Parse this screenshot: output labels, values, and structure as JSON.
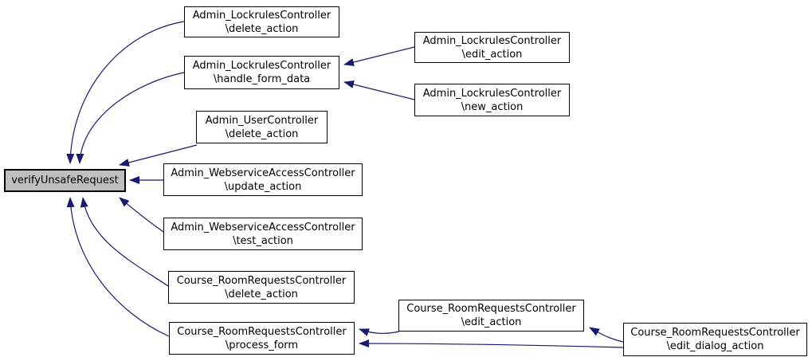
{
  "diagram": {
    "type": "call-graph",
    "colors": {
      "background": "#ffffff",
      "edge": "#191970",
      "node_border": "#000000",
      "node_fill": "#ffffff",
      "focus_node_fill": "#bfbfbf",
      "text": "#000000"
    },
    "nodes": {
      "main": {
        "label": "verifyUnsafeRequest"
      },
      "n1": {
        "line1": "Admin_LockrulesController",
        "line2": "\\delete_action"
      },
      "n2": {
        "line1": "Admin_LockrulesController",
        "line2": "\\handle_form_data"
      },
      "n3": {
        "line1": "Admin_LockrulesController",
        "line2": "\\edit_action"
      },
      "n4": {
        "line1": "Admin_LockrulesController",
        "line2": "\\new_action"
      },
      "n5": {
        "line1": "Admin_UserController",
        "line2": "\\delete_action"
      },
      "n6": {
        "line1": "Admin_WebserviceAccessController",
        "line2": "\\update_action"
      },
      "n7": {
        "line1": "Admin_WebserviceAccessController",
        "line2": "\\test_action"
      },
      "n8": {
        "line1": "Course_RoomRequestsController",
        "line2": "\\delete_action"
      },
      "n9": {
        "line1": "Course_RoomRequestsController",
        "line2": "\\process_form"
      },
      "n10": {
        "line1": "Course_RoomRequestsController",
        "line2": "\\edit_action"
      },
      "n11": {
        "line1": "Course_RoomRequestsController",
        "line2": "\\edit_dialog_action"
      }
    },
    "edges": [
      {
        "from": "n1",
        "to": "main"
      },
      {
        "from": "n2",
        "to": "main"
      },
      {
        "from": "n5",
        "to": "main"
      },
      {
        "from": "n6",
        "to": "main"
      },
      {
        "from": "n7",
        "to": "main"
      },
      {
        "from": "n8",
        "to": "main"
      },
      {
        "from": "n9",
        "to": "main"
      },
      {
        "from": "n3",
        "to": "n2"
      },
      {
        "from": "n4",
        "to": "n2"
      },
      {
        "from": "n10",
        "to": "n9"
      },
      {
        "from": "n11",
        "to": "n10"
      },
      {
        "from": "n11",
        "to": "n9"
      }
    ]
  }
}
